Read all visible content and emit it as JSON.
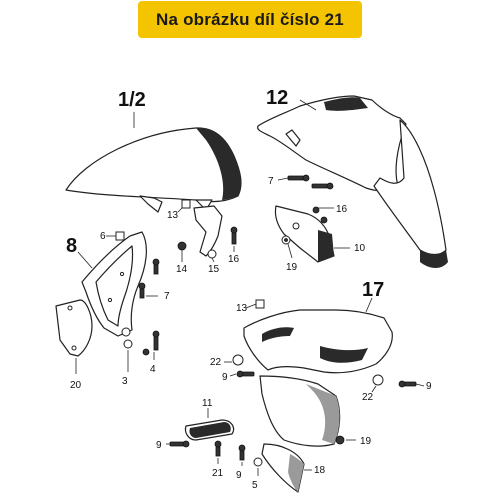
{
  "banner": {
    "text": "Na obrázku díl číslo 21",
    "color": "#f5c400"
  },
  "callouts": {
    "c1_2": "1/2",
    "c12": "12",
    "c8": "8",
    "c17": "17",
    "c7a": "7",
    "c7b": "7",
    "c6": "6",
    "c13a": "13",
    "c13b": "13",
    "c14": "14",
    "c15": "15",
    "c16a": "16",
    "c16b": "16",
    "c10": "10",
    "c19a": "19",
    "c19b": "19",
    "c3": "3",
    "c4": "4",
    "c20": "20",
    "c22a": "22",
    "c22b": "22",
    "c9a": "9",
    "c9b": "9",
    "c9c": "9",
    "c9d": "9",
    "c11": "11",
    "c21": "21",
    "c5": "5",
    "c18": "18"
  }
}
